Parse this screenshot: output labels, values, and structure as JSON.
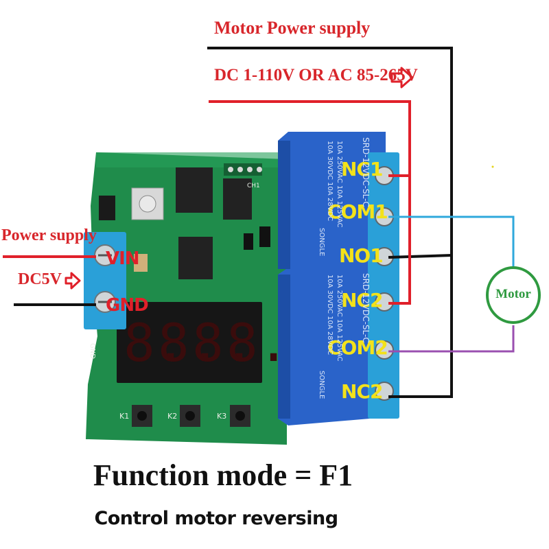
{
  "labels": {
    "motor_power_supply": "Motor Power supply",
    "motor_supply_spec": "DC 1-110V OR AC 85-265V",
    "power_supply": "Power supply",
    "dc5v": "DC5V",
    "vin": "VIN",
    "gnd": "GND",
    "motor": "Motor",
    "title": "Function mode = F1",
    "subtitle": "Control motor reversing"
  },
  "relay_pins": [
    "NC1",
    "COM1",
    "NO1",
    "NC2",
    "COM2",
    "NC2"
  ],
  "relay_markings": {
    "model": "SRD-12VDC-SL-C",
    "brand": "SONGLE",
    "rating_1": "10A 250VAC 10A 125VAC",
    "rating_2": "10A 30VDC 10A 28VDC"
  },
  "pcb_markings": {
    "k1": "K1",
    "k2": "K2",
    "k3": "K3",
    "ch1": "CH1",
    "gnd_silk": "GND"
  },
  "display_digits": [
    "8.",
    "8.",
    "8.",
    "8."
  ],
  "colors": {
    "label_red": "#d8262b",
    "pin_yellow": "#f3e21a",
    "pcb_green": "#1e8c4a",
    "relay_blue": "#2a63c9",
    "terminal_blue": "#2aa0d8",
    "motor_green": "#2f9a40",
    "wire_black": "#111111",
    "wire_blue": "#2fa8dc",
    "wire_purple": "#9a4fb0"
  }
}
